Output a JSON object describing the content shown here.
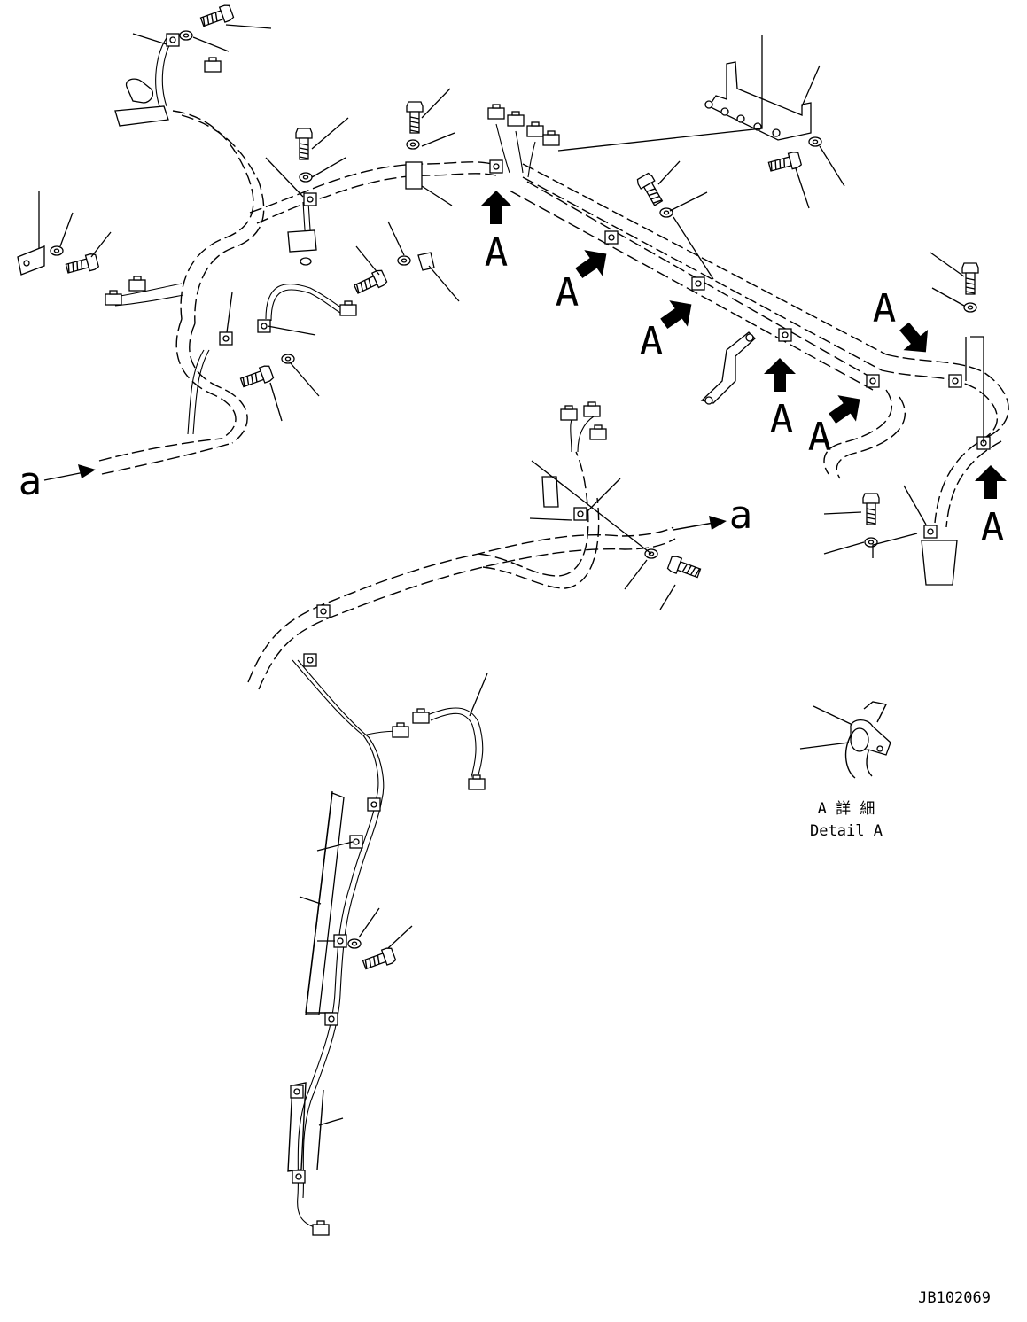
{
  "labels": {
    "section_marker": "A",
    "connection_marker": "a",
    "detail_jp": "A 詳 細",
    "detail_en": "Detail A",
    "drawing_number": "JB102069"
  },
  "icons": {
    "section_arrow": "filled-block-arrow",
    "fastener": "hex-bolt",
    "washer": "flat-washer"
  }
}
